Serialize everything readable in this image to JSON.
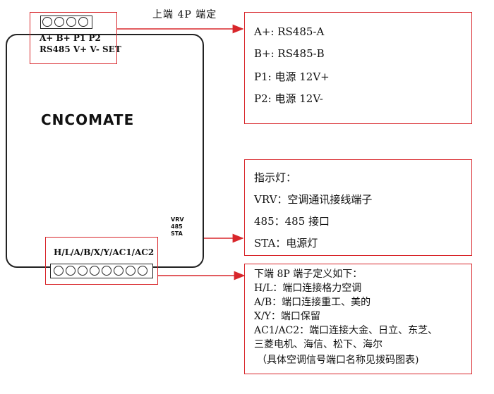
{
  "top_title": "上端 4P 端定",
  "brand": "CNCOMATE",
  "top_terminal": {
    "row1": "A+ B+ P1 P2",
    "row2": "RS485 V+ V- SET"
  },
  "top_info": [
    "A+: RS485-A",
    "B+: RS485-B",
    "P1: 电源 12V+",
    "P2: 电源 12V-"
  ],
  "indicator_labels": [
    "VRV",
    "485",
    "STA"
  ],
  "indicator_info": [
    "指示灯：",
    "VRV：空调通讯接线端子",
    "485：485 接口",
    "STA：电源灯"
  ],
  "bottom_terminal_label": "H/L/A/B/X/Y/AC1/AC2",
  "bottom_info": [
    "下端 8P 端子定义如下：",
    "H/L：端口连接格力空调",
    "A/B：端口连接重工、美的",
    "X/Y：端口保留",
    "AC1/AC2：端口连接大金、日立、东芝、",
    "三菱电机、海信、松下、海尔",
    "（具体空调信号端口名称见拨码图表)"
  ],
  "colors": {
    "accent": "#d8262b",
    "outline": "#222222"
  }
}
